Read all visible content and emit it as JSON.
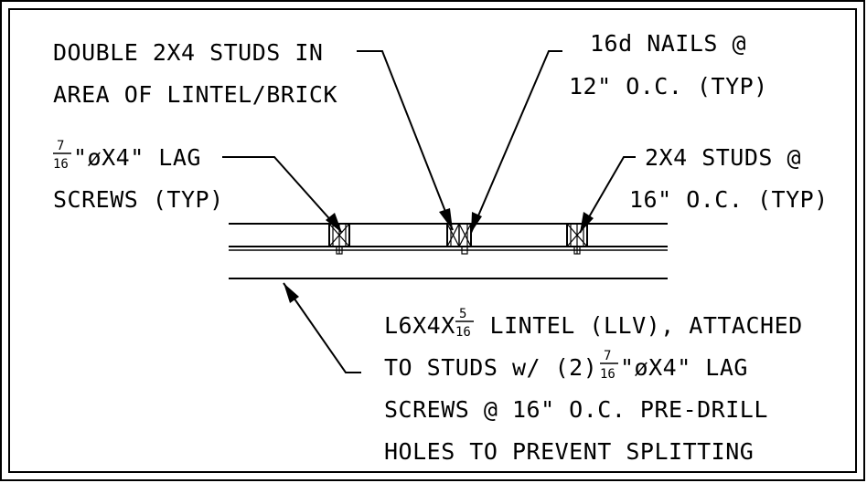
{
  "labels": {
    "double_studs": {
      "line1": "DOUBLE 2X4 STUDS IN",
      "line2": "AREA OF LINTEL/BRICK"
    },
    "nails": {
      "line1": "16d NAILS @",
      "line2": "12\" O.C. (TYP)"
    },
    "lag_screws": {
      "frac_num": "7",
      "frac_den": "16",
      "line1_rest": "\"øX4\" LAG",
      "line2": "SCREWS (TYP)"
    },
    "studs": {
      "line1": "2X4 STUDS @",
      "line2": "16\" O.C. (TYP)"
    },
    "lintel": {
      "line1_pre": "L6X4X",
      "frac1_num": "5",
      "frac1_den": "16",
      "line1_post": " LINTEL (LLV), ATTACHED",
      "line2_pre": "TO STUDS w/ (2) ",
      "frac2_num": "7",
      "frac2_den": "16",
      "line2_post": "\"øX4\" LAG",
      "line3": "SCREWS @ 16\" O.C. PRE-DRILL",
      "line4": "HOLES TO PREVENT SPLITTING"
    }
  }
}
